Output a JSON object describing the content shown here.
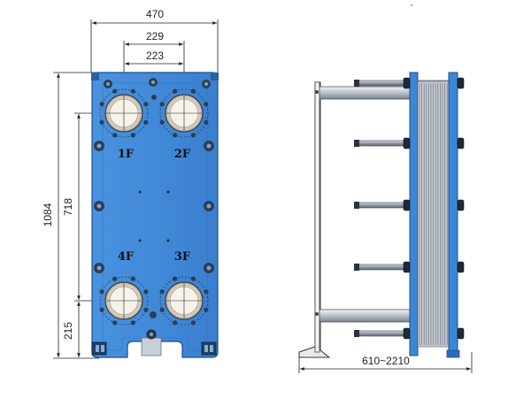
{
  "colors": {
    "plate_blue": "#3a86d8",
    "plate_edge": "#1c4f91",
    "frame_blue": "#3c86d6",
    "port_ring": "#d8d2c4",
    "bolt_dark": "#2a3f55",
    "dim_line": "#222222",
    "rod_gray": "#8a95a3"
  },
  "front_view": {
    "dimensions": {
      "overall_width": "470",
      "port_spacing_outer": "229",
      "port_spacing_inner": "223",
      "overall_height": "1084",
      "port_vertical_spacing": "718",
      "bottom_offset": "215"
    },
    "ports": {
      "top_left": "1F",
      "top_right": "2F",
      "bottom_left": "4F",
      "bottom_right": "3F"
    }
  },
  "side_view": {
    "dimensions": {
      "frame_length": "610~2210"
    }
  }
}
